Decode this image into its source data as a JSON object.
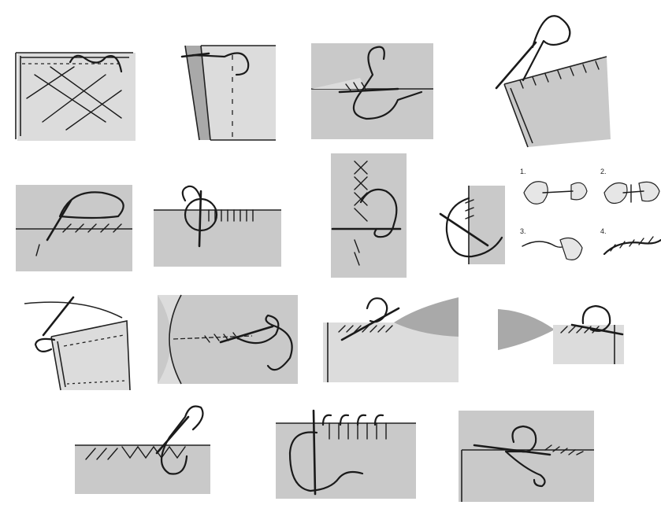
{
  "colors": {
    "background": "#ffffff",
    "fabric": "#c9c9c9",
    "fabric_light": "#dcdcdc",
    "fabric_dark": "#a9a9a9",
    "thread": "#1a1a1a"
  },
  "step_labels": [
    "1.",
    "2.",
    "3.",
    "4."
  ]
}
